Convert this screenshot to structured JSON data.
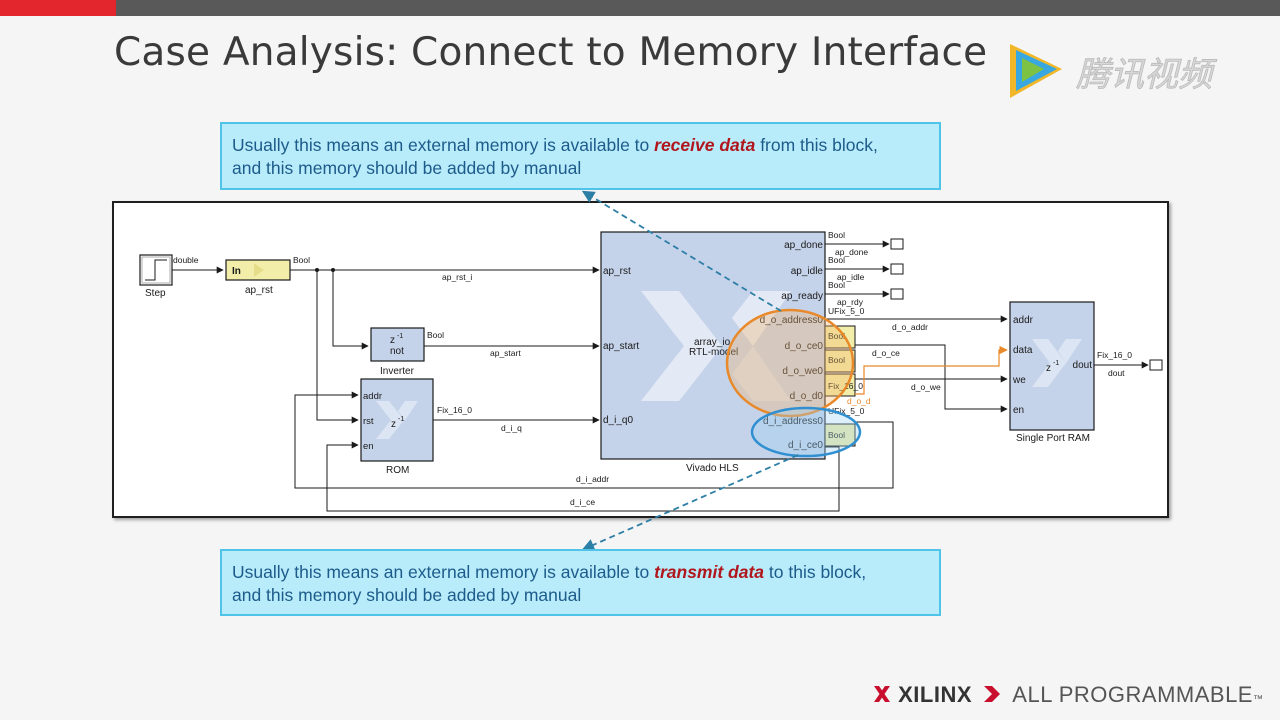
{
  "slide": {
    "title": "Case Analysis: Connect to Memory Interface"
  },
  "watermark": {
    "text": "腾讯视频"
  },
  "callouts": {
    "top": {
      "line1_pre": "Usually this means an external memory is available to ",
      "line1_em": "receive data",
      "line1_post": " from this block,",
      "line2": "and this memory should be added by manual"
    },
    "bottom": {
      "line1_pre": "Usually this means an external memory is available to ",
      "line1_em": "transmit data",
      "line1_post": " to this block,",
      "line2": "and this memory should be added by manual"
    }
  },
  "diagram": {
    "step": {
      "name": "Step",
      "out_type": "double"
    },
    "ap_rst_gateway": {
      "inner": "In",
      "name": "ap_rst",
      "out_type": "Bool"
    },
    "inverter": {
      "name": "Inverter",
      "inner_top": "z",
      "inner_exp": "-1",
      "inner_bottom": "not",
      "out_type": "Bool"
    },
    "rom": {
      "name": "ROM",
      "ports": [
        "addr",
        "rst",
        "en"
      ],
      "inner_top": "z",
      "inner_exp": "-1",
      "out_type": "Fix_16_0"
    },
    "hls": {
      "name": "Vivado HLS",
      "center_top": "array_io",
      "center_bottom": "RTL-model",
      "in_ports": [
        "ap_rst",
        "ap_start",
        "d_i_q0"
      ],
      "out_ports": [
        "ap_done",
        "ap_idle",
        "ap_ready",
        "d_o_address0",
        "d_o_ce0",
        "d_o_we0",
        "d_o_d0",
        "d_i_address0",
        "d_i_ce0"
      ],
      "out_types": [
        "Bool",
        "Bool",
        "Bool",
        "UFix_5_0",
        "Bool",
        "Bool",
        "Fix_16_0",
        "UFix_5_0",
        "Bool"
      ]
    },
    "ram": {
      "name": "Single Port RAM",
      "ports": [
        "addr",
        "data",
        "we",
        "en"
      ],
      "out_port": "dout",
      "inner_top": "z",
      "inner_exp": "-1",
      "out_type": "Fix_16_0"
    },
    "signals": {
      "ap_rst_i": "ap_rst_i",
      "ap_start": "ap_start",
      "d_i_q": "d_i_q",
      "ap_done": "ap_done",
      "ap_idle": "ap_idle",
      "ap_rdy": "ap_rdy",
      "d_o_addr": "d_o_addr",
      "d_o_ce": "d_o_ce",
      "d_o_we": "d_o_we",
      "d_o_d": "d_o_d",
      "dout": "dout",
      "d_i_addr": "d_i_addr",
      "d_i_ce": "d_i_ce"
    },
    "colors": {
      "block": "#c5d3ea",
      "gateway": "#f2eeaa",
      "orange": "#e8892a",
      "blue": "#2f8fd0",
      "wire": "#1a1a1a"
    }
  },
  "footer": {
    "brand": "XILINX",
    "tagline": "ALL PROGRAMMABLE",
    "tm": "™"
  }
}
